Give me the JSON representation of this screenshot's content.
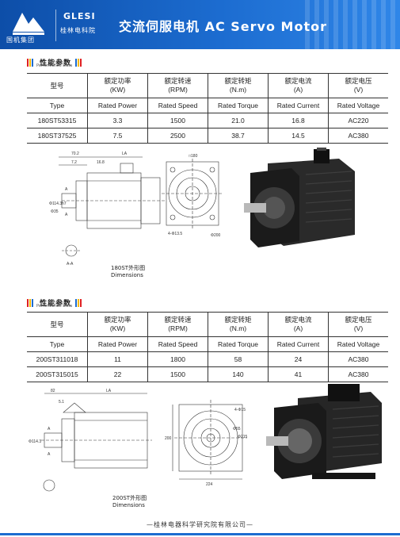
{
  "header": {
    "group_name": "国机集团",
    "brand_en": "GLESI",
    "brand_cn": "桂林电科院",
    "title": "交流伺服电机 AC Servo Motor"
  },
  "sections": [
    {
      "title": "性能参数",
      "subtitle": "Performance Data",
      "columns": [
        {
          "cn": "型号",
          "en": ""
        },
        {
          "cn": "额定功率",
          "en": "(KW)"
        },
        {
          "cn": "额定转速",
          "en": "(RPM)"
        },
        {
          "cn": "额定转矩",
          "en": "(N.m)"
        },
        {
          "cn": "额定电流",
          "en": "(A)"
        },
        {
          "cn": "额定电压",
          "en": "(V)"
        }
      ],
      "row_en": [
        "Type",
        "Rated Power",
        "Rated Speed",
        "Rated Torque",
        "Rated Current",
        "Rated Voltage"
      ],
      "rows": [
        [
          "180ST53315",
          "3.3",
          "1500",
          "21.0",
          "16.8",
          "AC220"
        ],
        [
          "180ST37525",
          "7.5",
          "2500",
          "38.7",
          "14.5",
          "AC380"
        ]
      ],
      "caption_cn": "180ST外形图",
      "caption_en": "Dimensions"
    },
    {
      "title": "性能参数",
      "subtitle": "Performance Data",
      "columns": [
        {
          "cn": "型号",
          "en": ""
        },
        {
          "cn": "额定功率",
          "en": "(KW)"
        },
        {
          "cn": "额定转速",
          "en": "(RPM)"
        },
        {
          "cn": "额定转矩",
          "en": "(N.m)"
        },
        {
          "cn": "额定电流",
          "en": "(A)"
        },
        {
          "cn": "额定电压",
          "en": "(V)"
        }
      ],
      "row_en": [
        "Type",
        "Rated Power",
        "Rated Speed",
        "Rated Torque",
        "Rated Current",
        "Rated Voltage"
      ],
      "rows": [
        [
          "200ST311018",
          "11",
          "1800",
          "58",
          "24",
          "AC380"
        ],
        [
          "200ST315015",
          "22",
          "1500",
          "140",
          "41",
          "AC380"
        ]
      ],
      "caption_cn": "200ST外形图",
      "caption_en": "Dimensions"
    }
  ],
  "drawing_labels_180": {
    "d1": "70.2",
    "d2": "LA",
    "d3": "7.2",
    "d4": "16.8",
    "d5": "□180",
    "d6": "A",
    "d7": "A",
    "d8": "A-A",
    "d9": "Φ114.3h7",
    "d10": "Φ35",
    "d11": "Φ200",
    "d12": "4-Φ13.5"
  },
  "drawing_labels_200": {
    "d1": "82",
    "d2": "LA",
    "d3": "5.1",
    "d4": "A",
    "d5": "A",
    "d6": "Φ114.3",
    "d7": "Φ215",
    "d8": "4-Φ15",
    "d9": "200",
    "d10": "224",
    "d11": "Φ55"
  },
  "footer": "—桂林电器科学研究院有限公司—",
  "colors": {
    "brand_blue": "#1c6cd0",
    "bar_red": "#e02020",
    "bar_yellow": "#f5b800",
    "bar_blue": "#1c6cd0"
  }
}
